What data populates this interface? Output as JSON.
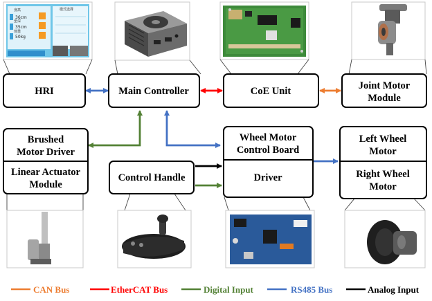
{
  "blocks": {
    "hri": "HRI",
    "main_controller": "Main Controller",
    "coe_unit": "CoE Unit",
    "joint_motor_module": [
      "Joint Motor",
      "Module"
    ],
    "brushed_motor_driver": [
      "Brushed",
      "Motor Driver"
    ],
    "linear_actuator_module": [
      "Linear Actuator",
      "Module"
    ],
    "control_handle": "Control Handle",
    "wheel_motor_control_board": [
      "Wheel Motor",
      "Control Board"
    ],
    "driver": "Driver",
    "left_wheel_motor": [
      "Left Wheel",
      "Motor"
    ],
    "right_wheel_motor": [
      "Right Wheel",
      "Motor"
    ]
  },
  "legend": [
    {
      "label": "CAN Bus",
      "color": "#ed7d31"
    },
    {
      "label": "EtherCAT Bus",
      "color": "#ff0000"
    },
    {
      "label": "Digital Input",
      "color": "#538135"
    },
    {
      "label": "RS485 Bus",
      "color": "#4472c4"
    },
    {
      "label": "Analog Input",
      "color": "#000000"
    }
  ],
  "hri_screen": {
    "left_panel_rows": [
      {
        "name": "身高",
        "value": "36cm"
      },
      {
        "name": "坐深",
        "value": "35cm"
      },
      {
        "name": "体重",
        "value": "50kg"
      }
    ],
    "right_panel_title": "模式选择"
  }
}
